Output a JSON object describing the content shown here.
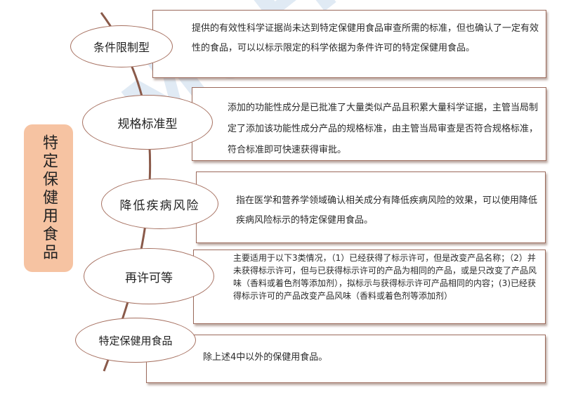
{
  "watermark": "MOF.COM",
  "side_label": "特定保健用食品",
  "categories": [
    {
      "name": "条件限制型",
      "description": "提供的有效性科学证据尚未达到特定保健用食品审查所需的标准，但也确认了一定有效性的食品，可以以标示限定的科学依据为条件许可的特定保健用食品。"
    },
    {
      "name": "规格标准型",
      "description": "添加的功能性成分是已批准了大量类似产品且积累大量科学证据，主管当局制定了添加该功能性成分产品的规格标准，由主管当局审查是否符合规格标准，符合标准即可快速获得审批。"
    },
    {
      "name": "降低疾病风险",
      "description": "指在医学和营养学领域确认相关成分有降低疾病风险的效果，可以使用降低疾病风险标示的特定保健用食品。"
    },
    {
      "name": "再许可等",
      "description": "主要适用于以下3类情况，（1）已经获得了标示许可，但是改变产品名称；（2）并未获得标示许可，但与已获得标示许可的产品为相同的产品，或是只改变了产品风味（香料或着色剂等添加剂），拟标示与获得标示许可产品相同的内容；(3)已经获得标示许可的产品改变产品风味（香料或着色剂等添加剂）"
    },
    {
      "name": "特定保健用食品",
      "description": "除上述4中以外的保健用食品。"
    }
  ],
  "colors": {
    "side_label_bg": "#f6c3a2",
    "border": "#9b6a5b",
    "spine": "#8a5a4a",
    "watermark": "#c8d9ec"
  }
}
